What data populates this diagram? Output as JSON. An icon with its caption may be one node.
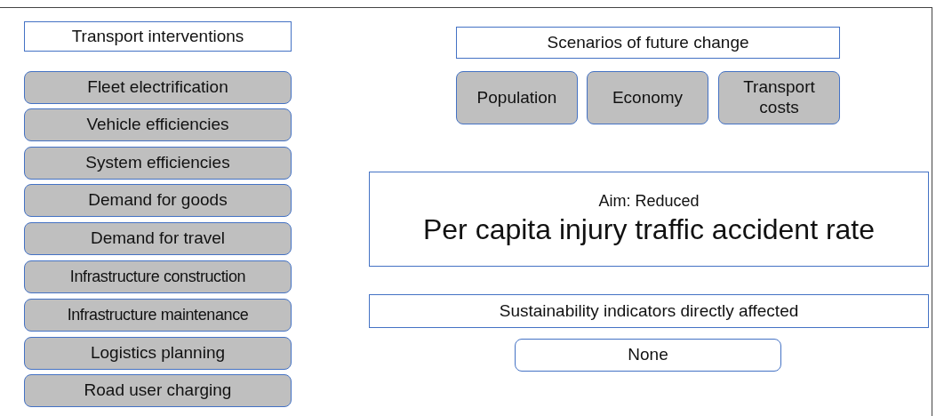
{
  "diagram": {
    "nodes": [
      {
        "text": [
          "Transport interventions"
        ]
      },
      {
        "text": [
          "Fleet electrification"
        ]
      },
      {
        "text": [
          "Vehicle efficiencies"
        ]
      },
      {
        "text": [
          "System efficiencies"
        ]
      },
      {
        "text": [
          "Demand for goods"
        ]
      },
      {
        "text": [
          "Demand for travel"
        ]
      },
      {
        "text": [
          "Infrastructure construction"
        ]
      },
      {
        "text": [
          "Infrastructure maintenance"
        ]
      },
      {
        "text": [
          "Logistics planning"
        ]
      },
      {
        "text": [
          "Road user charging"
        ]
      },
      {
        "text": [
          "Scenarios of future change"
        ]
      },
      {
        "text": [
          "Population"
        ]
      },
      {
        "text": [
          "Economy"
        ]
      },
      {
        "text": [
          "Transport costs"
        ]
      },
      {
        "text": [
          "Aim: Reduced",
          "Per capita injury traffic accident rate"
        ]
      },
      {
        "text": [
          "Sustainability indicators directly affected"
        ]
      },
      {
        "text": [
          "None"
        ]
      }
    ],
    "edges": []
  }
}
